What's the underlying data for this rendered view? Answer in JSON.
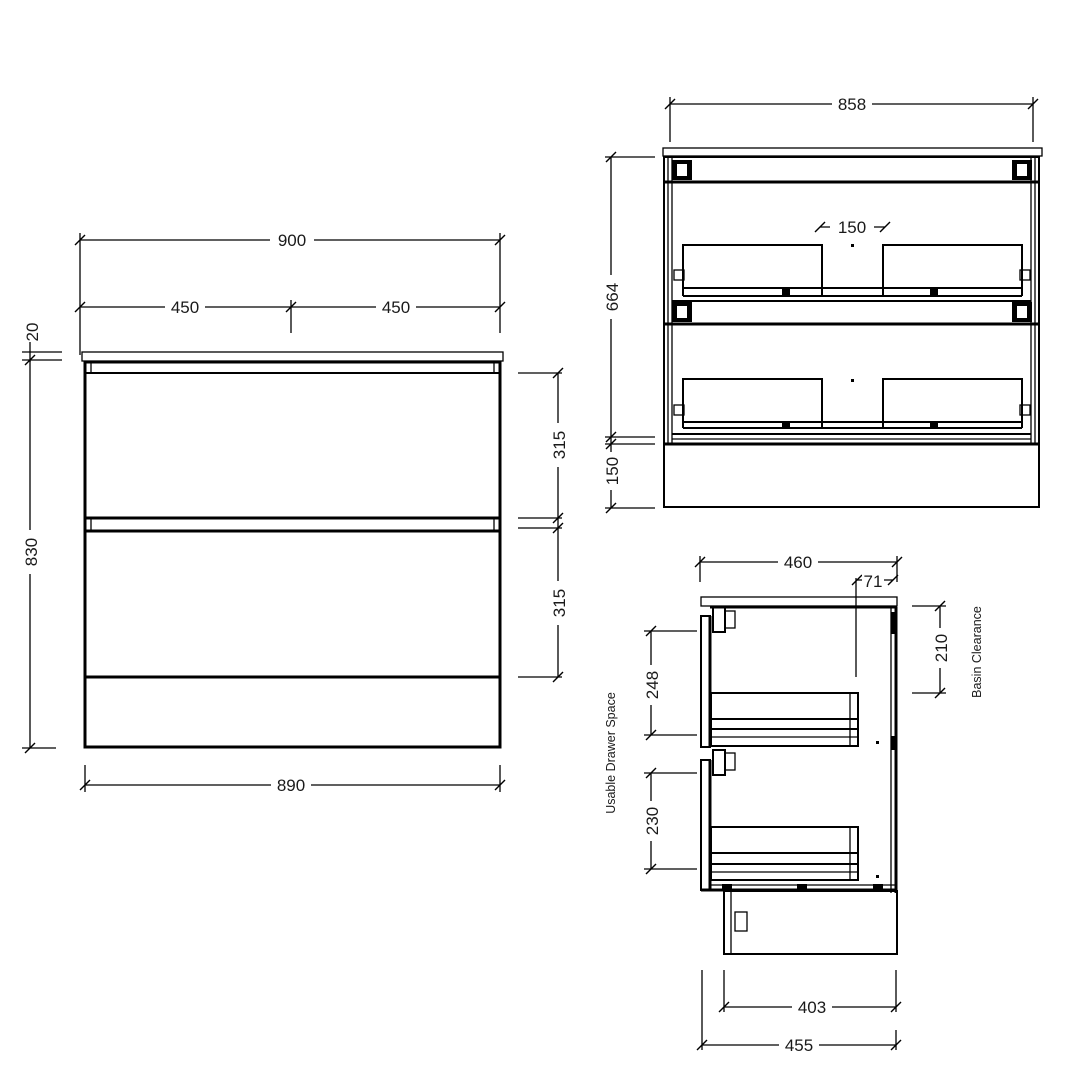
{
  "drawing": {
    "type": "technical-dimension-drawing",
    "units": "mm",
    "views": {
      "front": {
        "overall_width_top": "900",
        "half_width_left": "450",
        "half_width_right": "450",
        "top_thickness": "20",
        "overall_height": "830",
        "drawer_height_upper": "315",
        "drawer_height_lower": "315",
        "base_width": "890"
      },
      "back_section": {
        "overall_width": "858",
        "gap_between_drawers": "150",
        "carcass_height": "664",
        "kick_height": "150"
      },
      "side": {
        "top_depth": "460",
        "rear_offset": "71",
        "basin_clearance_value": "210",
        "basin_clearance_label": "Basin Clearance",
        "upper_drawer_space": "248",
        "lower_drawer_space": "230",
        "usable_drawer_space_label": "Usable Drawer Space",
        "drawer_depth": "403",
        "carcass_depth": "455"
      }
    }
  }
}
